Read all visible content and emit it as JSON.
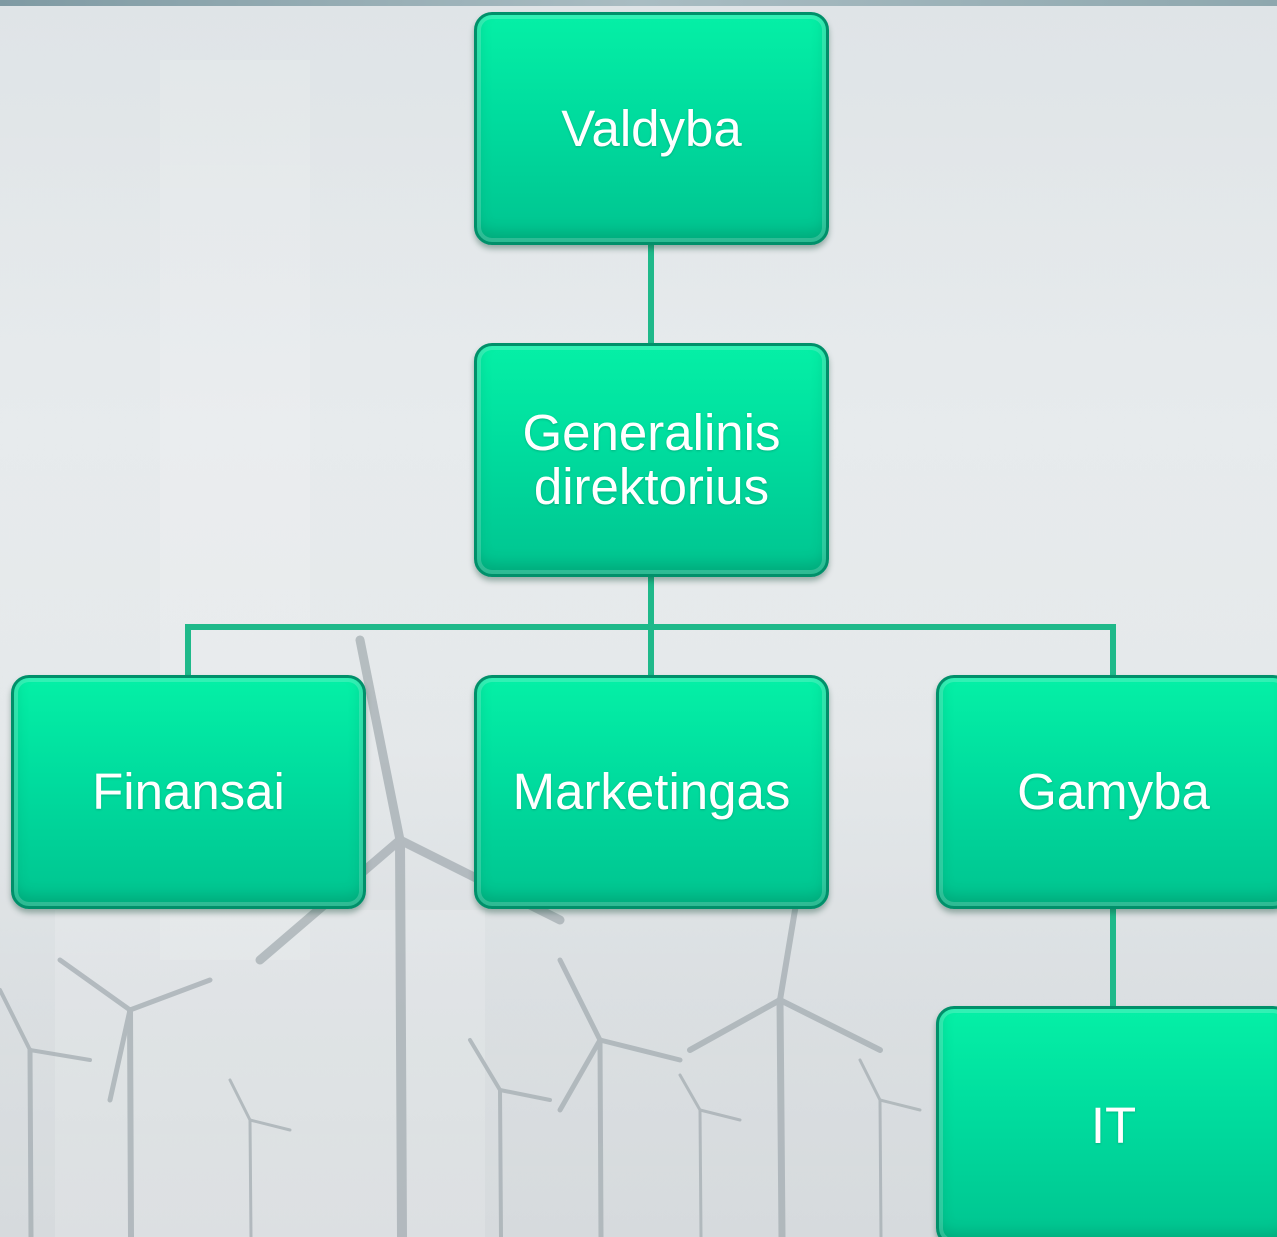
{
  "org_chart": {
    "board": {
      "label": "Valdyba"
    },
    "ceo": {
      "label": "Generalinis\ndirektorius"
    },
    "departments": [
      {
        "label": "Finansai"
      },
      {
        "label": "Marketingas"
      },
      {
        "label": "Gamyba"
      }
    ],
    "sub_department": {
      "label": "IT"
    }
  },
  "colors": {
    "node_fill": "#00dc9e",
    "node_border": "#00906a",
    "connector": "#1fb98a",
    "label_text": "#ffffff"
  }
}
